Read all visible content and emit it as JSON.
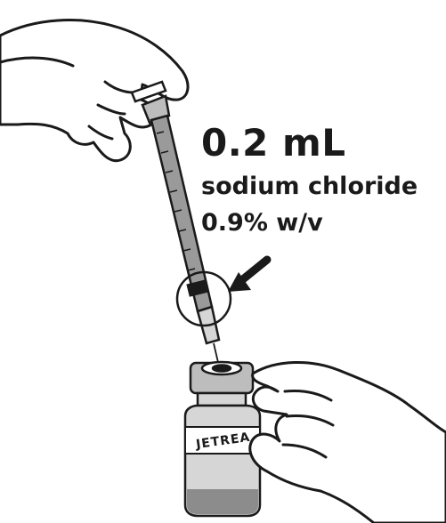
{
  "instruction": {
    "volume": "0.2 mL",
    "solution": "sodium chloride",
    "concentration": "0.9% w/v"
  },
  "vial": {
    "label": "JETREA"
  },
  "colors": {
    "ink": "#1a1a1a",
    "syringe_barrel": "#9a9a9a",
    "vial_glass": "#d6d6d6",
    "vial_cap": "#bdbdbd",
    "liquid": "#8c8c8c"
  },
  "icons": [
    "hand-icon",
    "syringe-icon",
    "vial-icon",
    "arrow-icon",
    "magnify-circle-icon"
  ]
}
